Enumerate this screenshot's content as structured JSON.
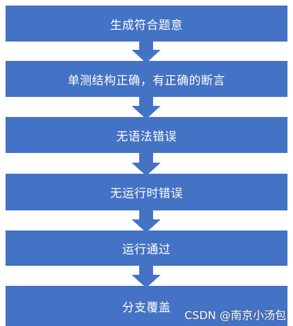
{
  "colors": {
    "box": "#4472C4",
    "arrow": "#4472C4",
    "background": "#ffffff"
  },
  "steps": [
    {
      "label": "生成符合题意"
    },
    {
      "label": "单测结构正确，有正确的断言"
    },
    {
      "label": "无语法错误"
    },
    {
      "label": "无运行时错误"
    },
    {
      "label": "运行通过"
    },
    {
      "label": "分支覆盖"
    }
  ],
  "watermark": "CSDN @南京小汤包"
}
